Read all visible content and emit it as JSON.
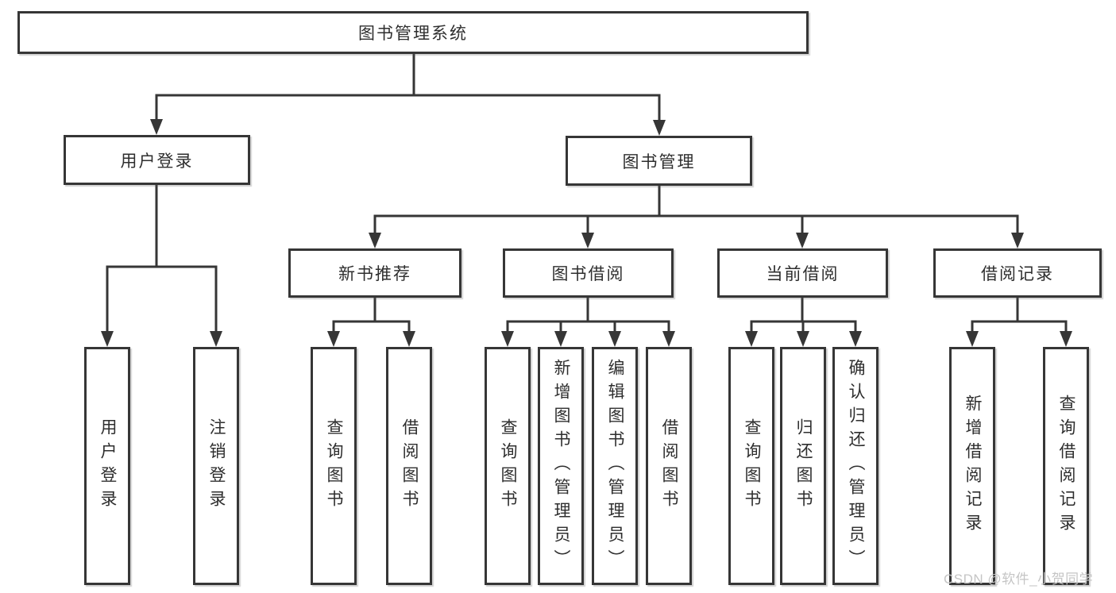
{
  "diagram": {
    "type": "tree-structure-chart",
    "title": "图书管理系统",
    "colors": {
      "background": "#ffffff",
      "box_border": "#363636",
      "box_fill": "#ffffff",
      "line": "#363636",
      "text": "#2e2e2e",
      "watermark": "#c5c5c5"
    },
    "nodes": {
      "root": {
        "label": "图书管理系统"
      },
      "user_login": {
        "label": "用户登录"
      },
      "book_mgmt": {
        "label": "图书管理"
      },
      "new_book_rec": {
        "label": "新书推荐"
      },
      "book_borrow": {
        "label": "图书借阅"
      },
      "current_borrow": {
        "label": "当前借阅"
      },
      "borrow_record": {
        "label": "借阅记录"
      },
      "leaf_user_login": {
        "label": "用户登录"
      },
      "leaf_logout": {
        "label": "注销登录"
      },
      "leaf_query_book_a": {
        "label": "查询图书"
      },
      "leaf_borrow_book_a": {
        "label": "借阅图书"
      },
      "leaf_query_book_b": {
        "label": "查询图书"
      },
      "leaf_add_book": {
        "label": "新增图书（管理员）"
      },
      "leaf_edit_book": {
        "label": "编辑图书（管理员）"
      },
      "leaf_borrow_book_b": {
        "label": "借阅图书"
      },
      "leaf_query_book_c": {
        "label": "查询图书"
      },
      "leaf_return_book": {
        "label": "归还图书"
      },
      "leaf_confirm_return": {
        "label": "确认归还（管理员）"
      },
      "leaf_add_record": {
        "label": "新增借阅记录"
      },
      "leaf_query_record": {
        "label": "查询借阅记录"
      }
    },
    "hierarchy": {
      "图书管理系统": {
        "用户登录": [
          "用户登录",
          "注销登录"
        ],
        "图书管理": {
          "新书推荐": [
            "查询图书",
            "借阅图书"
          ],
          "图书借阅": [
            "查询图书",
            "新增图书（管理员）",
            "编辑图书（管理员）",
            "借阅图书"
          ],
          "当前借阅": [
            "查询图书",
            "归还图书",
            "确认归还（管理员）"
          ],
          "借阅记录": [
            "新增借阅记录",
            "查询借阅记录"
          ]
        }
      }
    },
    "watermark": "CSDN @软件_小贺同学"
  }
}
